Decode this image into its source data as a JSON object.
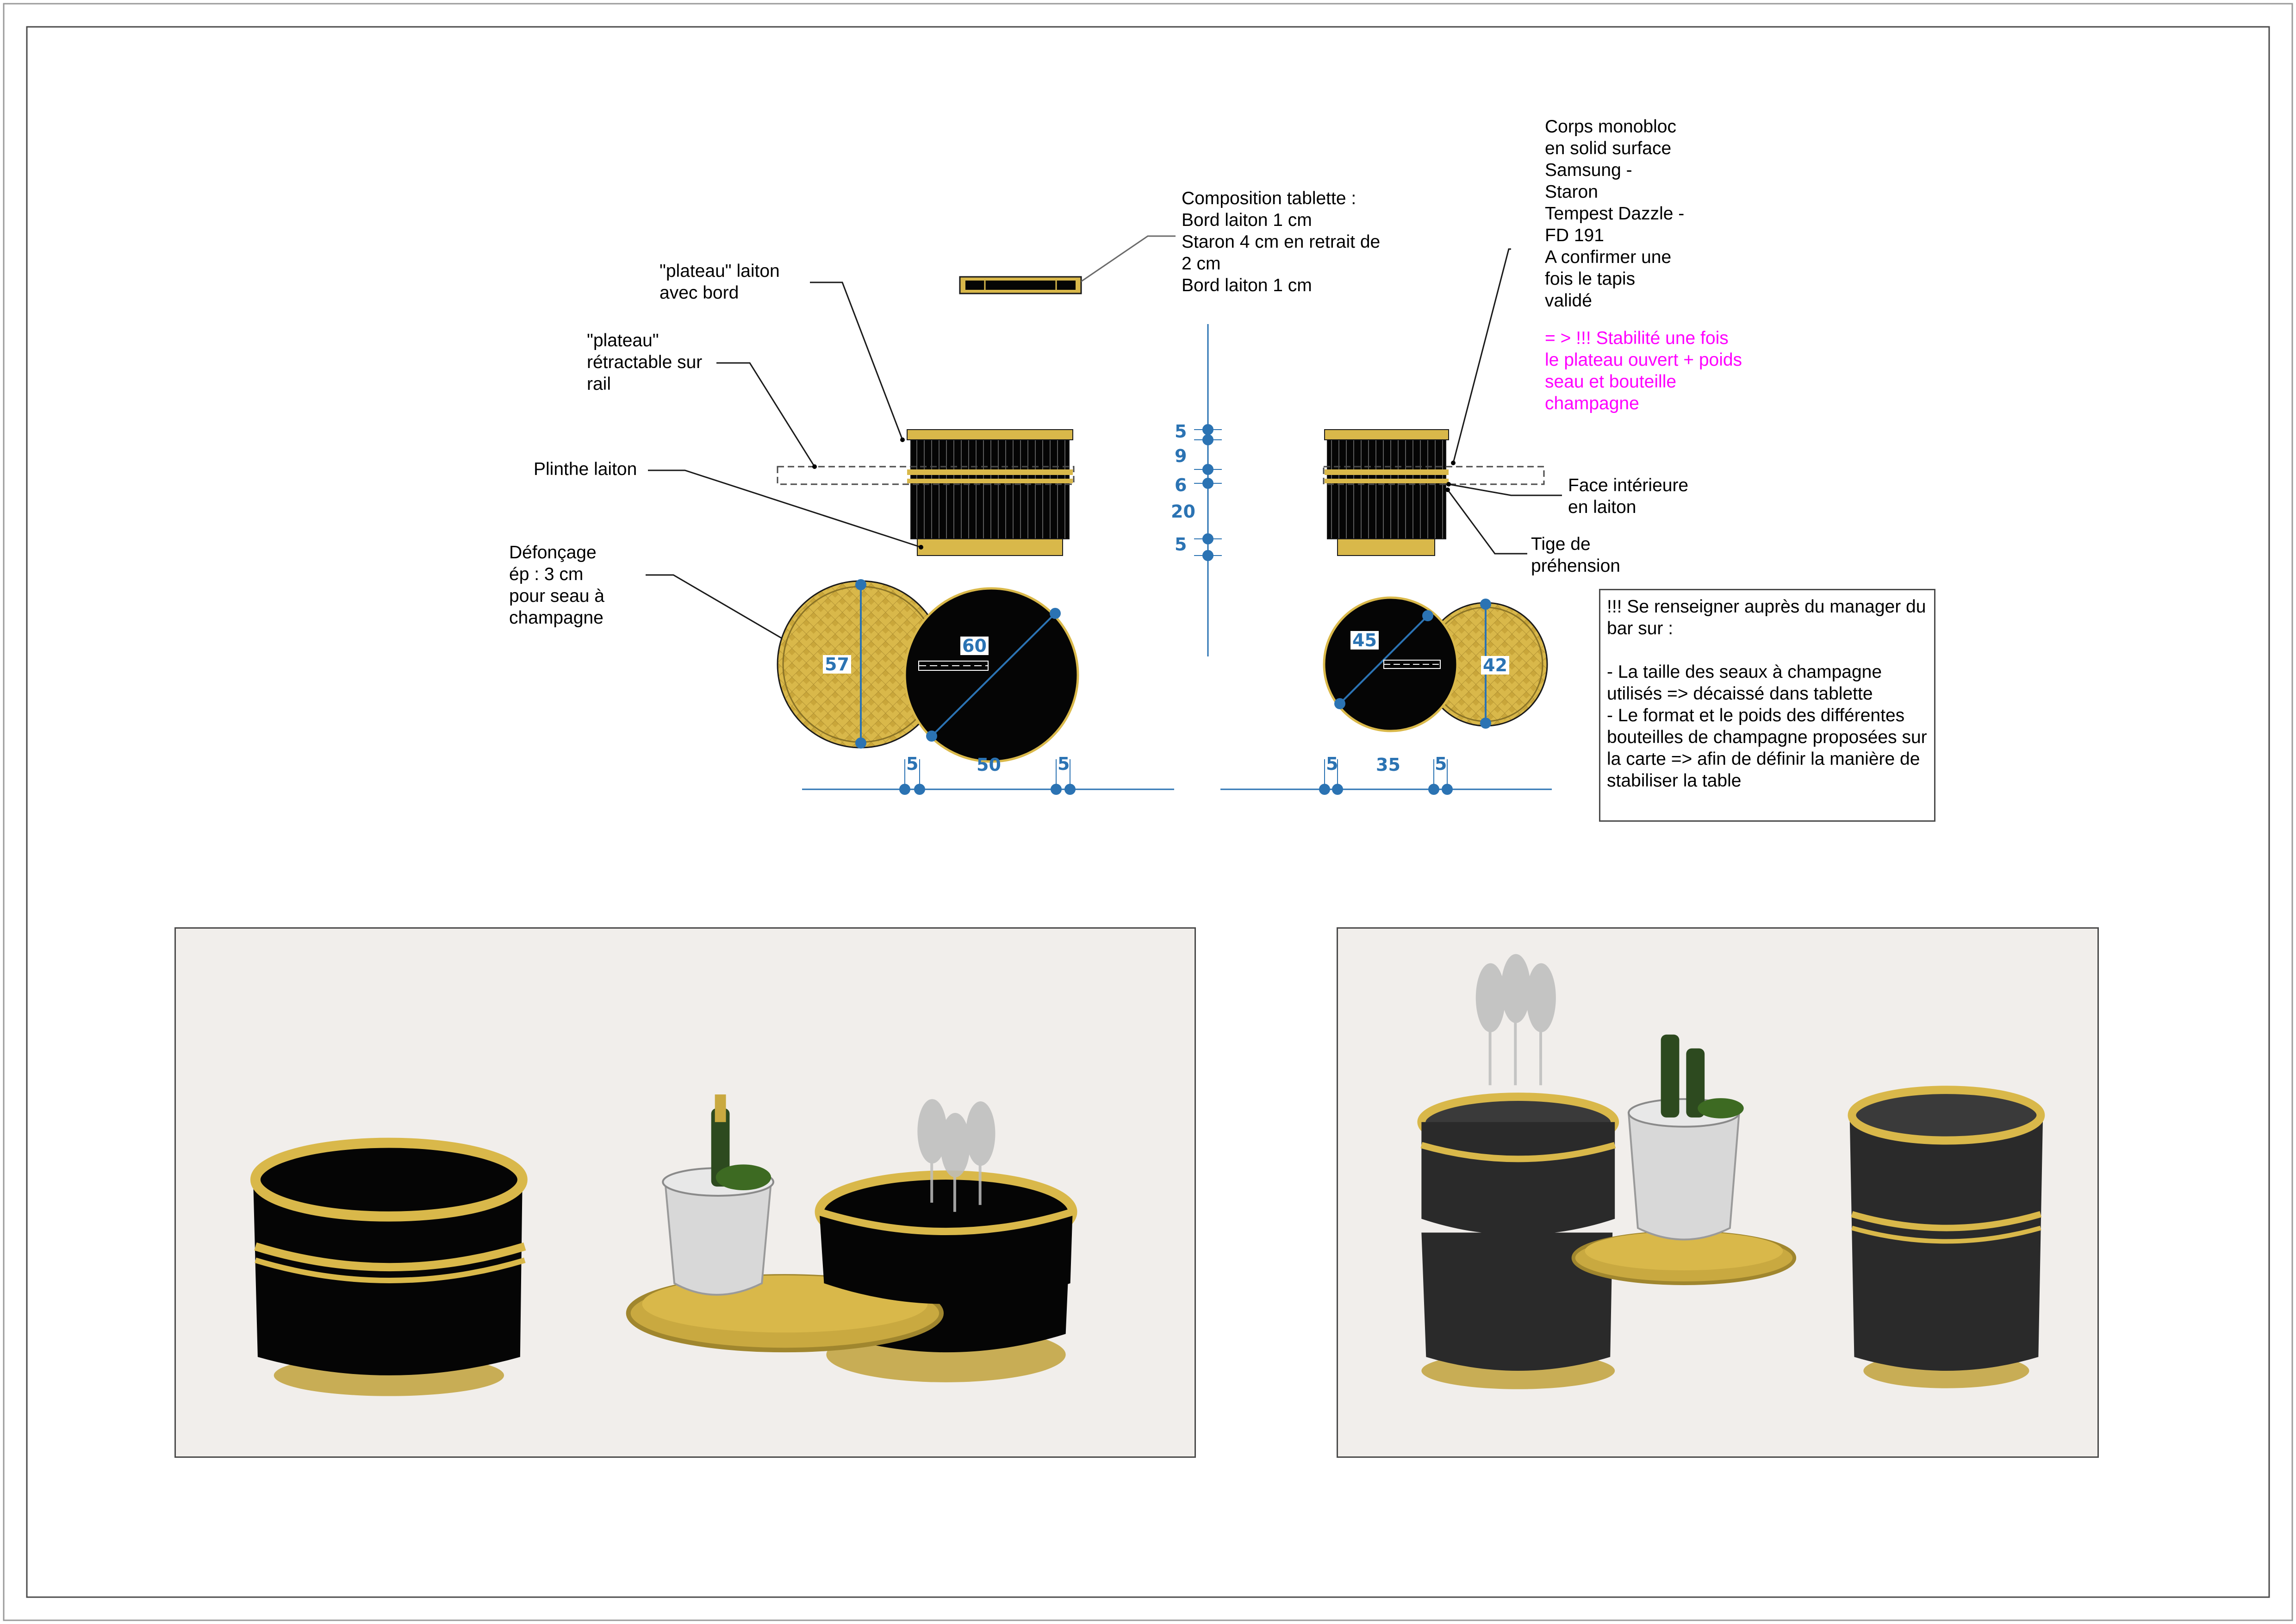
{
  "labels": {
    "plateau_laiton": "\"plateau\" laiton\navec bord",
    "plateau_retractable": "\"plateau\"\nrétractable sur\nrail",
    "plinthe": "Plinthe laiton",
    "defoncage": "Défonçage\nép : 3 cm\npour seau à\nchampagne",
    "composition": "Composition tablette :\nBord laiton 1 cm\nStaron 4 cm en retrait de\n2 cm\nBord laiton 1 cm",
    "corps": "Corps monobloc\nen solid surface\nSamsung -\nStaron\nTempest Dazzle -\nFD 191\nA confirmer une\nfois le tapis\nvalidé",
    "stabilite": "= > !!! Stabilité une fois\nle plateau ouvert + poids\nseau et bouteille\nchampagne",
    "face_interieure": "Face intérieure\nen laiton",
    "tige": "Tige de\npréhension"
  },
  "note": "!!! Se renseigner auprès du manager du bar sur :\n\n- La taille des seaux à champagne utilisés => décaissé dans tablette\n- Le format et le poids des différentes bouteilles de champagne proposées sur la carte => afin de définir la manière de stabiliser la table",
  "dimensions": {
    "vertical": [
      "5",
      "9",
      "6",
      "20",
      "5"
    ],
    "left_plan": {
      "tray_diameter": "57",
      "body_diameter": "60",
      "widths": [
        "5",
        "50",
        "5"
      ]
    },
    "right_plan": {
      "tray_diameter": "42",
      "body_diameter": "45",
      "widths": [
        "5",
        "35",
        "5"
      ]
    }
  },
  "colors": {
    "brass": "#d9b84a",
    "brass_dark": "#8a7326",
    "body": "#050505",
    "dimension": "#2b73b3",
    "accent_text": "#ff00ff",
    "render_background": "#f1eeeb"
  }
}
